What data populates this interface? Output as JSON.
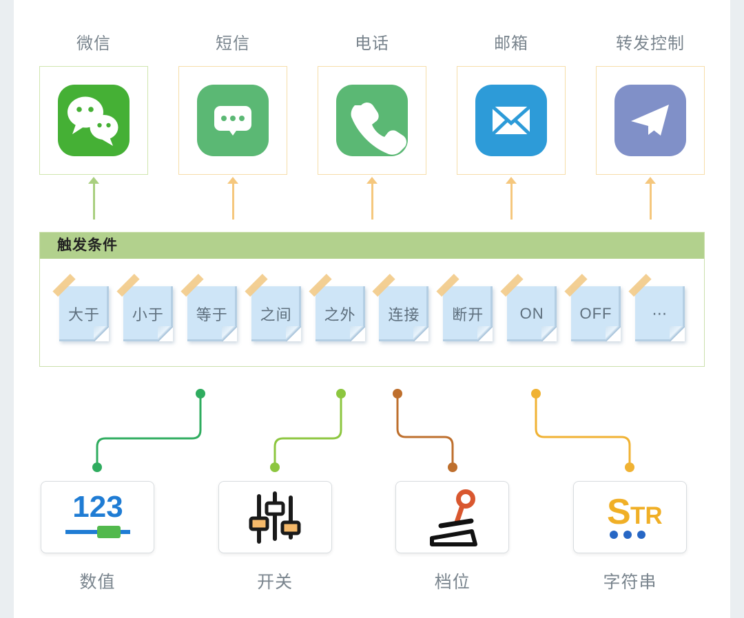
{
  "palette": {
    "page_bg": "#FFFFFF",
    "edge_gutter": "#EAEEF1",
    "green_box_border": "#CFE6AE",
    "orange_box_border": "#F6DDA9",
    "green_arrow": "#A9CF7F",
    "orange_arrow": "#F5C77D",
    "band_header_bg": "#B2D18D",
    "band_border": "#CBDFAB",
    "note_bg": "#CEE5F7",
    "note_tape": "#F2CC8D",
    "note_text": "#5D6E7C",
    "label_text": "#79848D"
  },
  "channels": {
    "items": [
      {
        "label": "微信",
        "icon": "wechat-icon",
        "icon_bg": "#45B035"
      },
      {
        "label": "短信",
        "icon": "sms-icon",
        "icon_bg": "#5BB874"
      },
      {
        "label": "电话",
        "icon": "phone-icon",
        "icon_bg": "#5BB874"
      },
      {
        "label": "邮箱",
        "icon": "email-icon",
        "icon_bg": "#2D9BD8"
      },
      {
        "label": "转发控制",
        "icon": "telegram-icon",
        "icon_bg": "#8090C8"
      }
    ]
  },
  "trigger": {
    "title": "触发条件",
    "conditions": [
      "大于",
      "小于",
      "等于",
      "之间",
      "之外",
      "连接",
      "断开",
      "ON",
      "OFF",
      "⋯"
    ]
  },
  "connectors": [
    {
      "name": "numeric-connector",
      "color": "#2FAC5F"
    },
    {
      "name": "switch-connector",
      "color": "#8CC63F"
    },
    {
      "name": "gear-connector",
      "color": "#BE6F2D"
    },
    {
      "name": "string-connector",
      "color": "#F0B233"
    }
  ],
  "types": {
    "items": [
      {
        "label": "数值",
        "icon": "numeric-icon",
        "icon_text": "123"
      },
      {
        "label": "开关",
        "icon": "switch-icon"
      },
      {
        "label": "档位",
        "icon": "gear-lever-icon"
      },
      {
        "label": "字符串",
        "icon": "string-icon",
        "icon_text_s": "S",
        "icon_text_tr": "TR"
      }
    ]
  }
}
